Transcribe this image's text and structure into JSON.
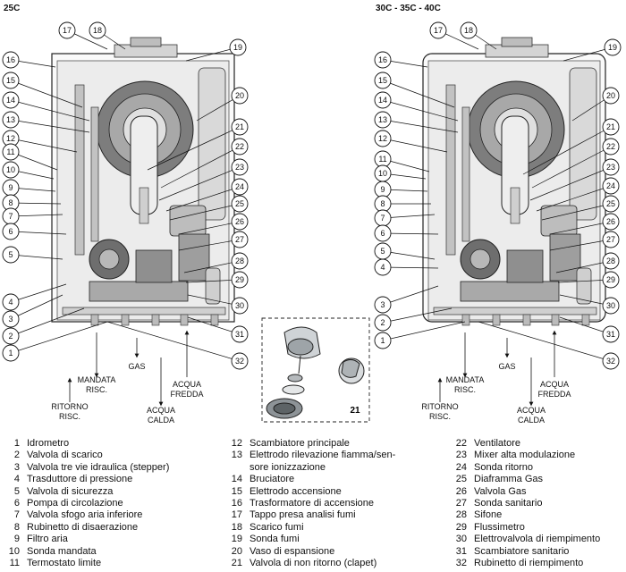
{
  "models": {
    "left": "25C",
    "right": "30C - 35C - 40C"
  },
  "detail_label": "21",
  "connections": {
    "mandata_risc": [
      "MANDATA",
      "RISC."
    ],
    "ritorno_risc": [
      "RITORNO",
      "RISC."
    ],
    "gas": [
      "GAS"
    ],
    "acqua_calda": [
      "ACQUA",
      "CALDA"
    ],
    "acqua_fredda": [
      "ACQUA",
      "FREDDA"
    ]
  },
  "legend": [
    {
      "num": "1",
      "label": "Idrometro"
    },
    {
      "num": "2",
      "label": "Valvola di scarico"
    },
    {
      "num": "3",
      "label": "Valvola tre vie idraulica (stepper)"
    },
    {
      "num": "4",
      "label": "Trasduttore di pressione"
    },
    {
      "num": "5",
      "label": "Valvola di sicurezza"
    },
    {
      "num": "6",
      "label": "Pompa di circolazione"
    },
    {
      "num": "7",
      "label": "Valvola sfogo aria inferiore"
    },
    {
      "num": "8",
      "label": "Rubinetto di disaerazione"
    },
    {
      "num": "9",
      "label": "Filtro aria"
    },
    {
      "num": "10",
      "label": "Sonda mandata"
    },
    {
      "num": "11",
      "label": "Termostato limite"
    },
    {
      "num": "12",
      "label": "Scambiatore principale"
    },
    {
      "num": "13",
      "label": "Elettrodo rilevazione fiamma/sen-"
    },
    {
      "num": "",
      "label": "sore ionizzazione"
    },
    {
      "num": "14",
      "label": "Bruciatore"
    },
    {
      "num": "15",
      "label": "Elettrodo accensione"
    },
    {
      "num": "16",
      "label": "Trasformatore di accensione"
    },
    {
      "num": "17",
      "label": "Tappo presa analisi fumi"
    },
    {
      "num": "18",
      "label": "Scarico fumi"
    },
    {
      "num": "19",
      "label": "Sonda fumi"
    },
    {
      "num": "20",
      "label": "Vaso di espansione"
    },
    {
      "num": "21",
      "label": "Valvola di non ritorno (clapet)"
    },
    {
      "num": "22",
      "label": "Ventilatore"
    },
    {
      "num": "23",
      "label": "Mixer alta modulazione"
    },
    {
      "num": "24",
      "label": "Sonda ritorno"
    },
    {
      "num": "25",
      "label": "Diaframma Gas"
    },
    {
      "num": "26",
      "label": "Valvola Gas"
    },
    {
      "num": "27",
      "label": "Sonda sanitario"
    },
    {
      "num": "28",
      "label": "Sifone"
    },
    {
      "num": "29",
      "label": "Flussimetro"
    },
    {
      "num": "30",
      "label": "Elettrovalvola di riempimento"
    },
    {
      "num": "31",
      "label": "Scambiatore sanitario"
    },
    {
      "num": "32",
      "label": "Rubinetto di riempimento"
    }
  ]
}
